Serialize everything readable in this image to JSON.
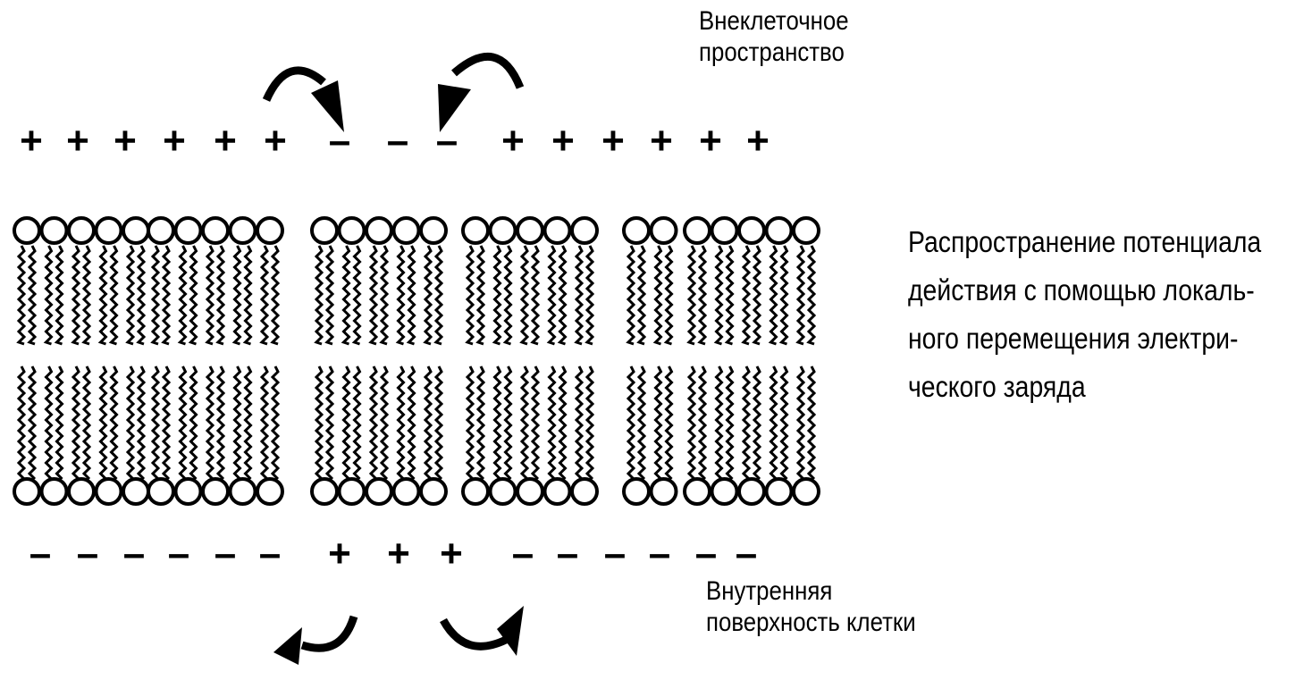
{
  "labels": {
    "extracellular": [
      "Внеклеточное",
      "пространство"
    ],
    "intracellular": [
      "Внутренняя",
      "поверхность клетки"
    ]
  },
  "caption": [
    "Распространение потенциала",
    "действия с помощью локаль-",
    "ного перемещения электри-",
    "ческого заряда"
  ],
  "outer_charges": [
    "+",
    "+",
    "+",
    "+",
    "+",
    "+",
    "–",
    "–",
    "–",
    "+",
    "+",
    "+",
    "+",
    "+",
    "+"
  ],
  "inner_charges": [
    "–",
    "–",
    "–",
    "–",
    "–",
    "–",
    "+",
    "+",
    "+",
    "–",
    "–",
    "–",
    "–",
    "–",
    "–"
  ],
  "colors": {
    "ink": "#000000",
    "background": "#ffffff"
  },
  "icons": [
    "curved-arrow-icon"
  ]
}
